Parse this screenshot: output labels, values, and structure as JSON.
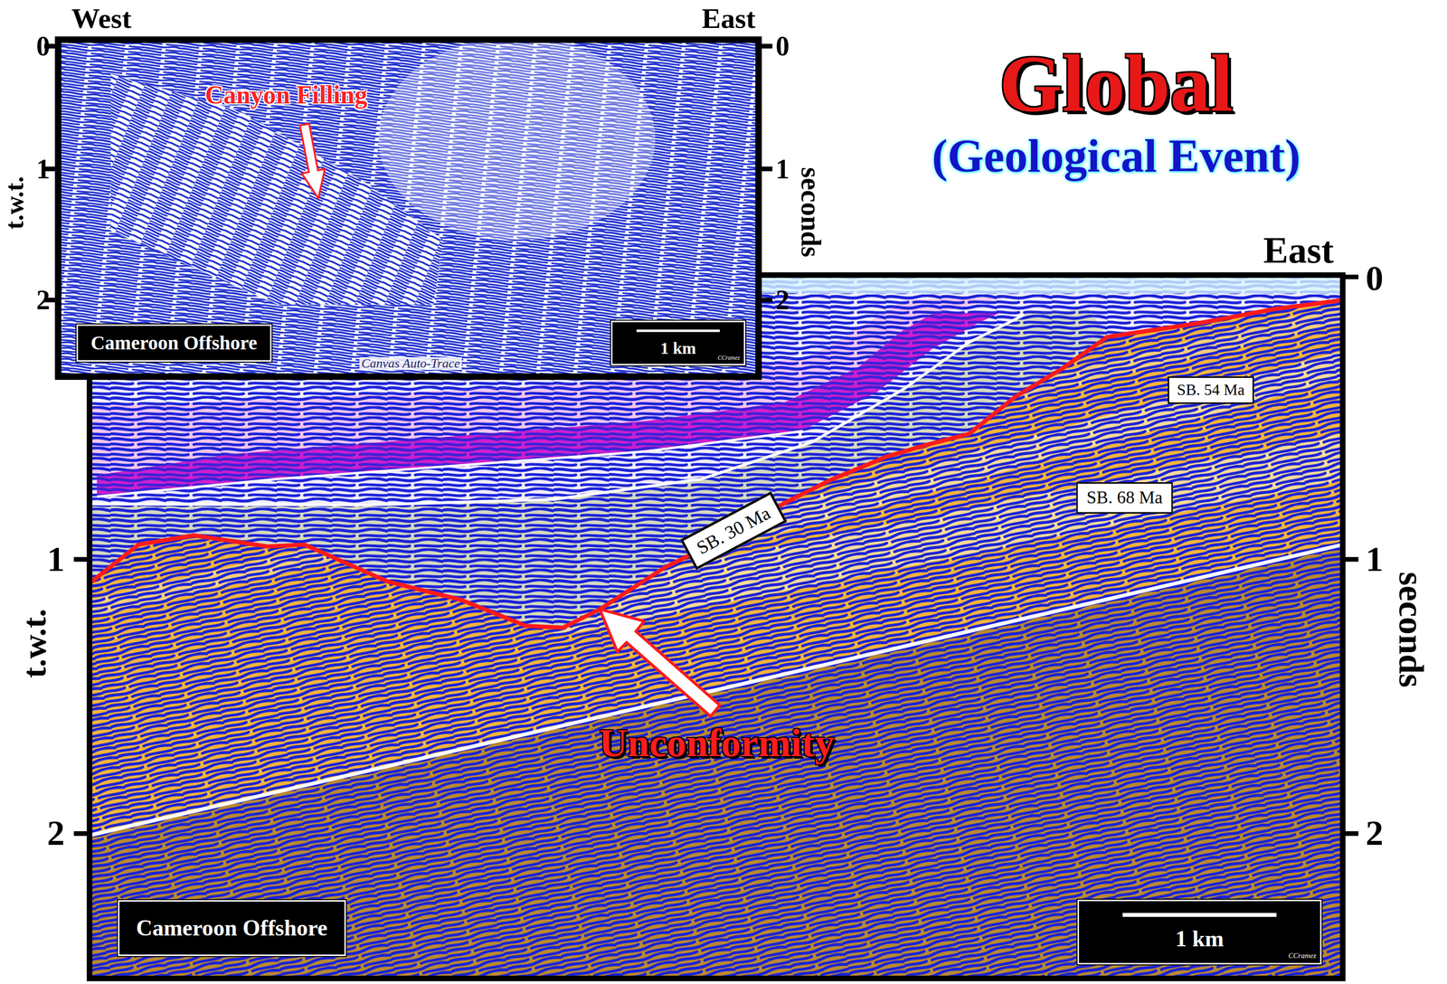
{
  "diagram": {
    "title": "Global",
    "nodes": [
      {
        "text": [
          "Cameroon Offshore"
        ]
      },
      {
        "text": [
          "1 km",
          "CCramez"
        ]
      },
      {
        "text": [
          "SB. 54 Ma"
        ]
      },
      {
        "text": [
          "SB. 68 Ma"
        ]
      },
      {
        "text": [
          "SB. 30 Ma"
        ]
      },
      {
        "text": [
          "Cameroon Offshore"
        ]
      },
      {
        "text": [
          "1 km",
          "CCramez"
        ]
      }
    ],
    "labels": [
      "West",
      "East",
      "0",
      "1",
      "2",
      "0",
      "1",
      "2",
      "t.w.t.",
      "seconds",
      "Canyon Filling",
      "Canvas Auto-Trace",
      "(Geological Event)",
      "East",
      "0",
      "1",
      "2",
      "1",
      "2",
      "t.w.t.",
      "seconds",
      "Unconformity"
    ]
  }
}
